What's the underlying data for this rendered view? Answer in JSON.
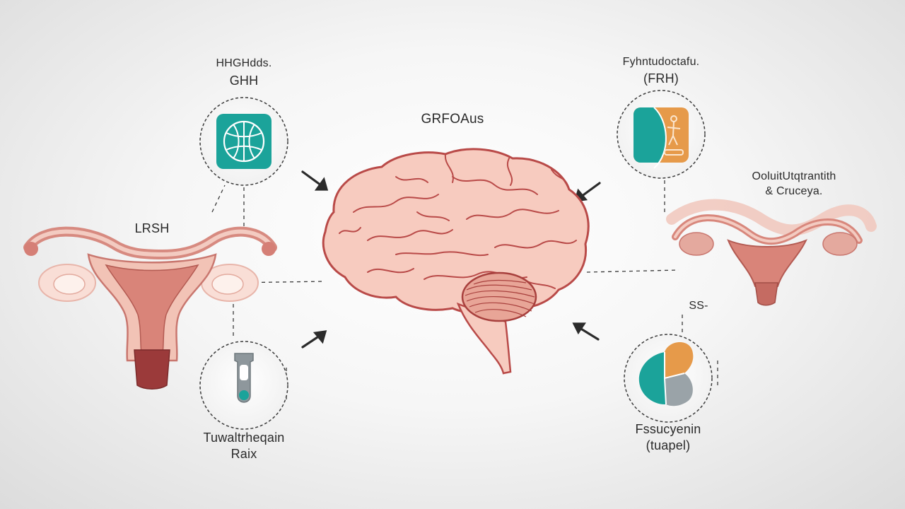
{
  "labels": {
    "top_left_line1": "HHGHdds.",
    "top_left_line2": "GHH",
    "center_title": "GRFOAus",
    "top_right_line1": "Fyhntudoctafu.",
    "top_right_line2": "(FRH)",
    "left_organ": "LRSH",
    "right_organ_line1": "OoluitUtqtrantith",
    "right_organ_line2": "& Cruceya.",
    "right_small_mark": "SS-",
    "bottom_left_line1": "Tuwaltrheqain",
    "bottom_left_line2": "Raix",
    "bottom_right_line1": "Fssucyenin",
    "bottom_right_line2": "(tuapel)"
  },
  "icons": {
    "top_left": "brain-scan-icon",
    "top_right": "body-figure-icon",
    "bottom_left": "test-tube-icon",
    "bottom_right": "pie-chart-icon"
  },
  "colors": {
    "brain_fill": "#f6c9bd",
    "brain_stroke": "#b94a48",
    "uterus_fill": "#f2c2b5",
    "uterus_stroke": "#c9776f",
    "teal": "#1ba39a",
    "orange": "#e69a4a",
    "gray": "#9aa3a8"
  }
}
